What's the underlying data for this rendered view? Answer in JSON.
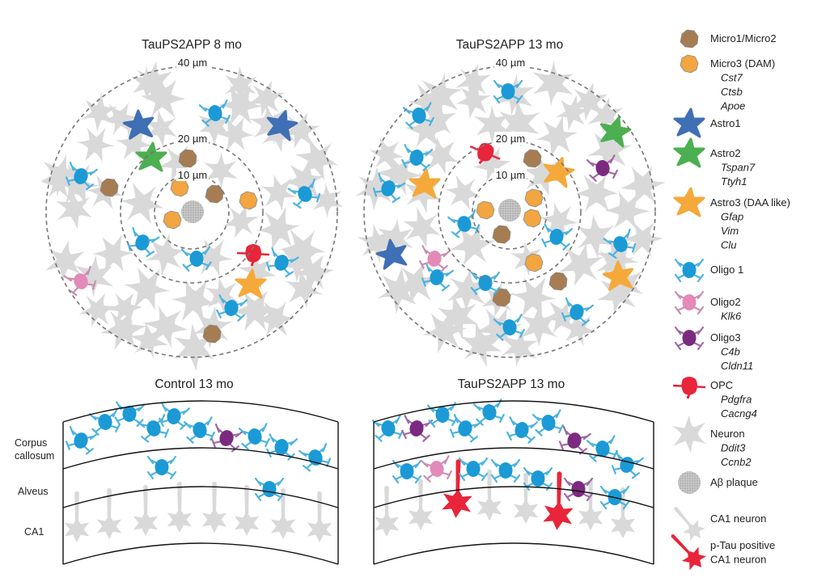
{
  "panels": {
    "top_left_title": "TauPS2APP 8 mo",
    "top_right_title": "TauPS2APP 13 mo",
    "bottom_left_title": "Control 13 mo",
    "bottom_right_title": "TauPS2APP 13 mo",
    "ring_labels": [
      "40 µm",
      "20 µm",
      "10 µm"
    ],
    "layer_labels": [
      "Corpus",
      "callosum",
      "Alveus",
      "CA1"
    ]
  },
  "legend": [
    {
      "icon": "micro12",
      "label": "Micro1/Micro2",
      "genes": []
    },
    {
      "icon": "micro3",
      "label": "Micro3 (DAM)",
      "genes": [
        "Cst7",
        "Ctsb",
        "Apoe"
      ]
    },
    {
      "icon": "astro1",
      "label": "Astro1",
      "genes": []
    },
    {
      "icon": "astro2",
      "label": "Astro2",
      "genes": [
        "Tspan7",
        "Ttyh1"
      ]
    },
    {
      "icon": "astro3",
      "label": "Astro3 (DAA like)",
      "genes": [
        "Gfap",
        "Vim",
        "Clu"
      ]
    },
    {
      "icon": "oligo1",
      "label": "Oligo 1",
      "genes": []
    },
    {
      "icon": "oligo2",
      "label": "Oligo2",
      "genes": [
        "Klk6"
      ]
    },
    {
      "icon": "oligo3",
      "label": "Oligo3",
      "genes": [
        "C4b",
        "Cldn11"
      ]
    },
    {
      "icon": "opc",
      "label": "OPC",
      "genes": [
        "Pdgfra",
        "Cacng4"
      ]
    },
    {
      "icon": "neuron",
      "label": "Neuron",
      "genes": [
        "Ddit3",
        "Ccnb2"
      ]
    },
    {
      "icon": "plaque",
      "label": "Aβ plaque",
      "genes": []
    },
    {
      "icon": "ca1",
      "label": "CA1 neuron",
      "genes": []
    },
    {
      "icon": "ptau",
      "label": "p-Tau positive",
      "genes": [
        "CA1 neuron"
      ]
    }
  ],
  "colors": {
    "micro12": "#a67c52",
    "micro3": "#f2a541",
    "astro1": "#3f6fb5",
    "astro2": "#4caf50",
    "astro3": "#f5a93a",
    "oligo1": "#1b9ad6",
    "oligo2": "#e38ab8",
    "oligo3": "#7b2a7f",
    "opc": "#e8253a",
    "neuron": "#d9d9d9",
    "plaque": "#bdbdbd"
  }
}
